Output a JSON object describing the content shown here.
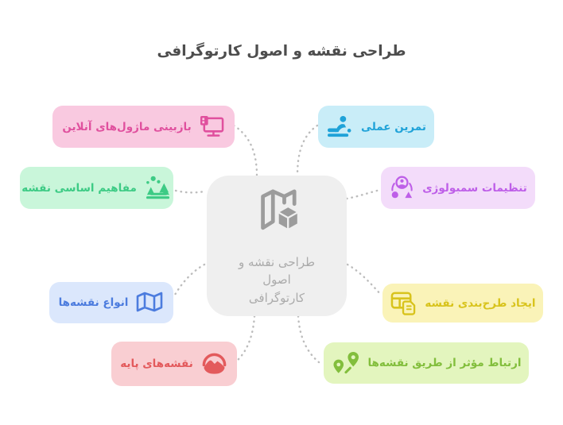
{
  "title": "طراحی نقشه و اصول کارتوگرافی",
  "title_color": "#4D4D4D",
  "connector_color": "#BCBCBC",
  "center_node": {
    "label": "طراحی نقشه و اصول کارتوگرافی",
    "lines": [
      "طراحی نقشه و",
      "اصول",
      "کارتوگرافی"
    ],
    "icon": "map-cube-icon",
    "bg": "#EFEFEF",
    "icon_color": "#9C9C9C",
    "text_color": "#ABABAB"
  },
  "nodes": [
    {
      "label": "بازبینی ماژول‌های آنلاین",
      "icon": "monitor-modules-icon",
      "bg": "#F9C9E0",
      "fg": "#E0509E"
    },
    {
      "label": "تمرین عملی",
      "icon": "practice-icon",
      "bg": "#C9EDF8",
      "fg": "#1FA2D8"
    },
    {
      "label": "مفاهیم اساسی نقشه",
      "icon": "landscape-icon",
      "bg": "#C9F6DA",
      "fg": "#3DCB85"
    },
    {
      "label": "تنظیمات سمبولوژی",
      "icon": "symbology-icon",
      "bg": "#F3DCFA",
      "fg": "#BE5FE8"
    },
    {
      "label": "انواع نقشه‌ها",
      "icon": "folded-map-icon",
      "bg": "#DBE7FC",
      "fg": "#4C7CDE"
    },
    {
      "label": "ایجاد طرح‌بندی نقشه",
      "icon": "layout-document-icon",
      "bg": "#FAF3B8",
      "fg": "#D8C31C"
    },
    {
      "label": "نقشه‌های پایه",
      "icon": "mountain-badge-icon",
      "bg": "#F9CED2",
      "fg": "#E35A5C"
    },
    {
      "label": "ارتباط مؤثر از طریق نقشه‌ها",
      "icon": "map-pins-icon",
      "bg": "#E3F5BE",
      "fg": "#82BE3C"
    }
  ]
}
